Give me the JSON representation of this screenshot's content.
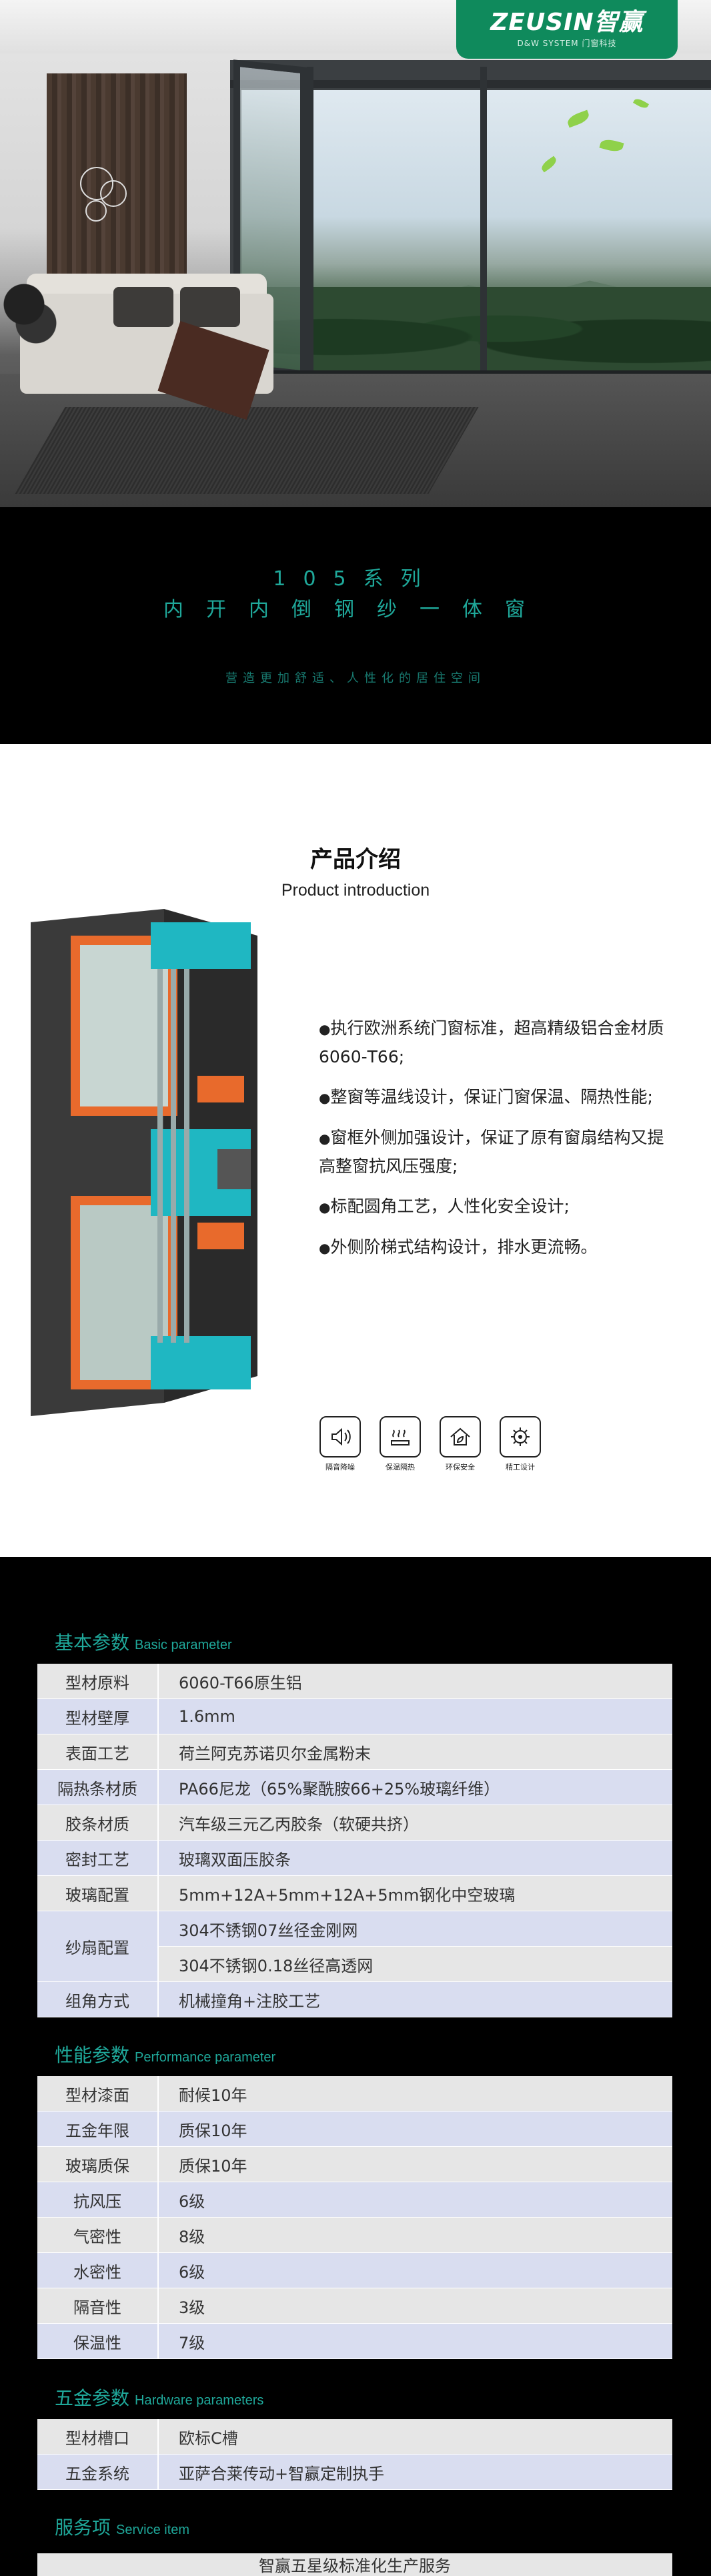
{
  "brand": {
    "logo_text": "ZEUSIN智赢",
    "logo_sub": "D&W SYSTEM 门窗科技",
    "accent_color": "#1fa89a",
    "badge_color": "#0f8a5c"
  },
  "title_band": {
    "series": "105系列",
    "product_name": "内开内倒钢纱一体窗",
    "slogan": "营造更加舒适、人性化的居住空间"
  },
  "intro": {
    "title": "产品介绍",
    "subtitle": "Product introduction",
    "features": [
      "执行欧洲系统门窗标准，超高精级铝合金材质 6060-T66;",
      "整窗等温线设计，保证门窗保温、隔热性能;",
      "窗框外侧加强设计，保证了原有窗扇结构又提高整窗抗风压强度;",
      "标配圆角工艺，人性化安全设计;",
      "外侧阶梯式结构设计，排水更流畅。"
    ],
    "icons": [
      {
        "icon": "sound-insulation-icon",
        "label": "隔音降噪"
      },
      {
        "icon": "heat-insulation-icon",
        "label": "保温隔热"
      },
      {
        "icon": "eco-safety-icon",
        "label": "环保安全"
      },
      {
        "icon": "precision-gear-icon",
        "label": "精工设计"
      }
    ]
  },
  "basic": {
    "title": "基本参数",
    "title_en": "Basic parameter",
    "rows": [
      {
        "k": "型材原料",
        "v": "6060-T66原生铝"
      },
      {
        "k": "型材壁厚",
        "v": "1.6mm"
      },
      {
        "k": "表面工艺",
        "v": "荷兰阿克苏诺贝尔金属粉末"
      },
      {
        "k": "隔热条材质",
        "v": "PA66尼龙（65%聚酰胺66+25%玻璃纤维）"
      },
      {
        "k": "胶条材质",
        "v": "汽车级三元乙丙胶条（软硬共挤）"
      },
      {
        "k": "密封工艺",
        "v": "玻璃双面压胶条"
      },
      {
        "k": "玻璃配置",
        "v": "5mm+12A+5mm+12A+5mm钢化中空玻璃"
      }
    ],
    "screen": {
      "k": "纱扇配置",
      "v1": "304不锈钢07丝径金刚网",
      "v2": "304不锈钢0.18丝径高透网"
    },
    "last": {
      "k": "组角方式",
      "v": "机械撞角+注胶工艺"
    }
  },
  "performance": {
    "title": "性能参数",
    "title_en": "Performance parameter",
    "rows": [
      {
        "k": "型材漆面",
        "v": "耐候10年"
      },
      {
        "k": "五金年限",
        "v": "质保10年"
      },
      {
        "k": "玻璃质保",
        "v": "质保10年"
      },
      {
        "k": "抗风压",
        "v": "6级"
      },
      {
        "k": "气密性",
        "v": "8级"
      },
      {
        "k": "水密性",
        "v": "6级"
      },
      {
        "k": "隔音性",
        "v": "3级"
      },
      {
        "k": "保温性",
        "v": "7级"
      }
    ]
  },
  "hardware": {
    "title": "五金参数",
    "title_en": "Hardware parameters",
    "rows": [
      {
        "k": "型材槽口",
        "v": "欧标C槽"
      },
      {
        "k": "五金系统",
        "v": "亚萨合莱传动+智赢定制执手"
      }
    ]
  },
  "service": {
    "title": "服务项",
    "title_en": "Service item",
    "row": "智赢五星级标准化生产服务"
  }
}
